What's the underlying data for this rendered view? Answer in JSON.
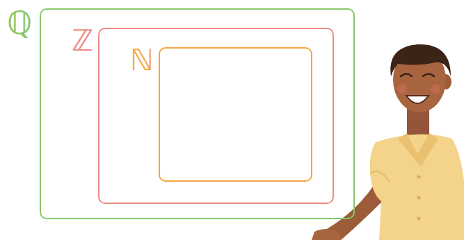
{
  "diagram": {
    "nodes": [
      {
        "text": [
          "ℚ"
        ]
      },
      {
        "text": [
          "ℤ"
        ],
        "in": 0
      },
      {
        "text": [
          "ℕ"
        ],
        "in": 1
      }
    ]
  }
}
